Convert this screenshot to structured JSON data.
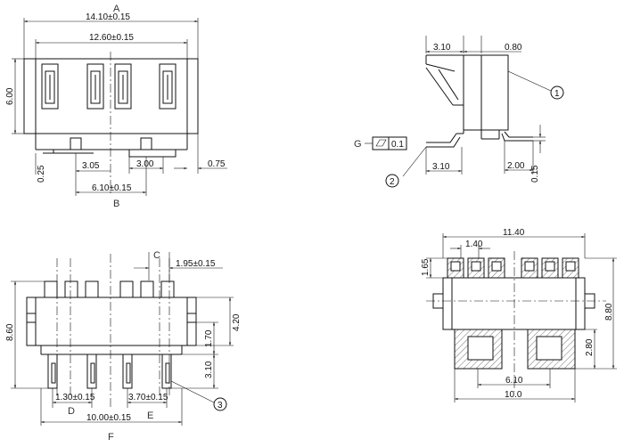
{
  "top_left_view": {
    "labels": {
      "a": "A",
      "b": "B"
    },
    "dims": {
      "overall_width": "14.10±0.15",
      "inner_width": "12.60±0.15",
      "height": "6.00",
      "bottom_offset": "0.25",
      "pin_gap": "3.05",
      "pad_width": "3.00",
      "right_offset": "0.75",
      "pad_span": "6.10±0.15"
    }
  },
  "top_right_view": {
    "dims": {
      "top_width": "3.10",
      "wall": "0.80",
      "flatness_value": "0.1",
      "foot_width": "3.10",
      "foot_length": "2.00",
      "foot_thickness": "0.15"
    },
    "labels": {
      "g": "G",
      "callout_1": "1",
      "callout_2": "2"
    }
  },
  "bottom_left_view": {
    "labels": {
      "c": "C",
      "d": "D",
      "e": "E",
      "f": "F",
      "callout_3": "3"
    },
    "dims": {
      "pin_pitch_c": "1.95±0.15",
      "height": "8.60",
      "upper": "4.20",
      "mid": "1.70",
      "lower": "3.10",
      "pitch_d": "1.30±0.15",
      "pitch_e": "3.70±0.15",
      "width_f": "10.00±0.15"
    }
  },
  "bottom_right_view": {
    "dims": {
      "overall_width": "11.40",
      "slot_pitch": "1.40",
      "slot_height": "1.65",
      "height": "8.80",
      "pad_height": "2.80",
      "pad_span": "6.10",
      "base_width": "10.0"
    }
  }
}
